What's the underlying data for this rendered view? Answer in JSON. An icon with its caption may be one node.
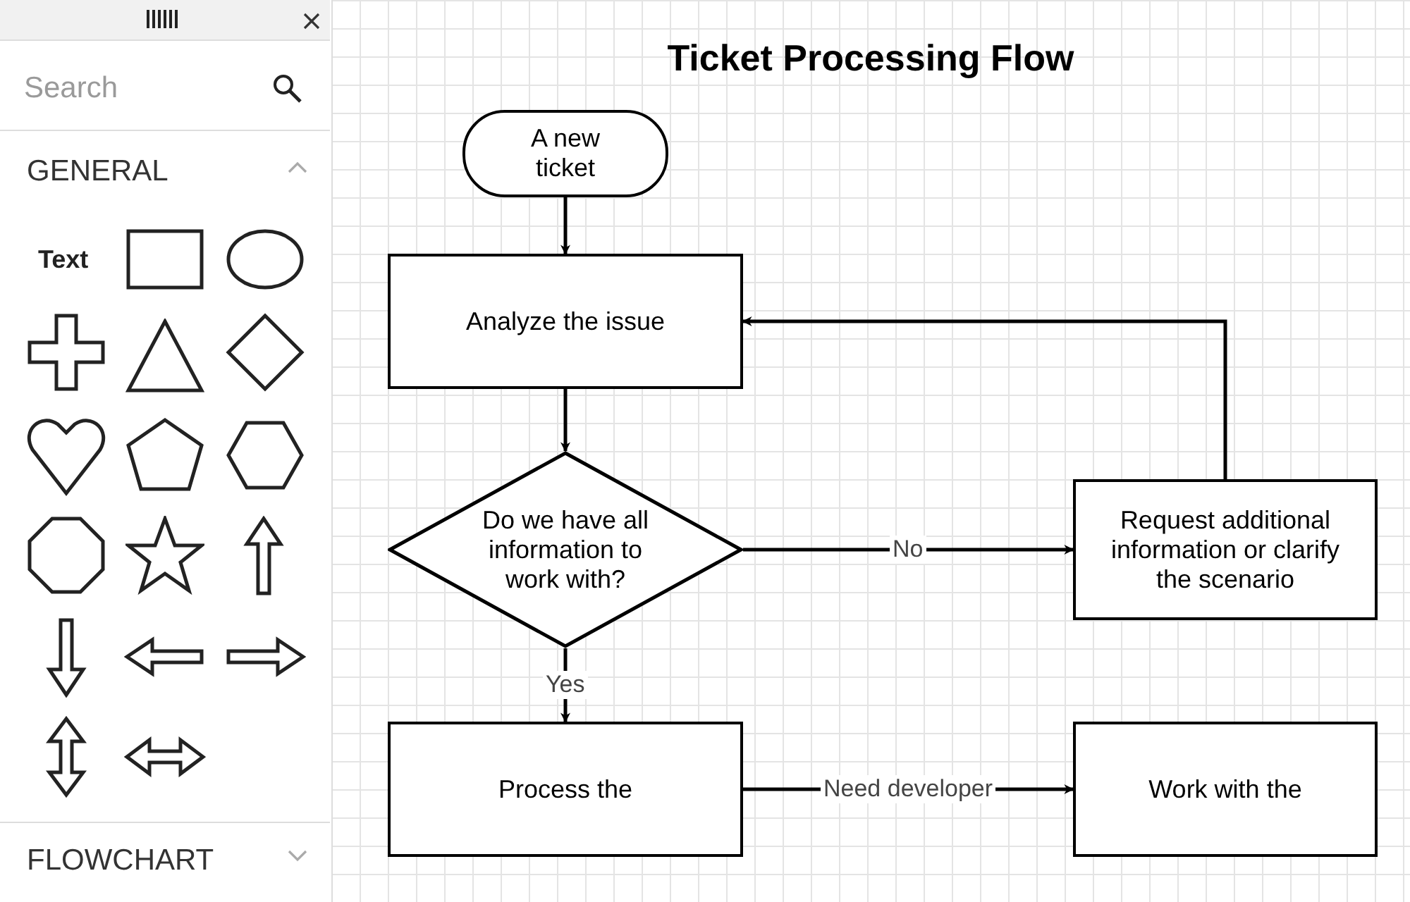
{
  "diagram": {
    "title": "Ticket Processing Flow",
    "nodes": [
      {
        "text": [
          "A new ticket"
        ]
      },
      {
        "text": [
          "Analyze the issue"
        ]
      },
      {
        "text": [
          "Do we have all information to work with?"
        ]
      },
      {
        "text": [
          "Request additional information or clarify the scenario"
        ]
      },
      {
        "text": [
          "Process the"
        ]
      },
      {
        "text": [
          "Work with the"
        ]
      }
    ],
    "edges": [
      {
        "from": 0,
        "to": 1,
        "arrow": "to"
      },
      {
        "from": 1,
        "to": 2,
        "arrow": "to"
      },
      {
        "from": 2,
        "to": 3,
        "label": "No",
        "arrow": "to"
      },
      {
        "from": 3,
        "to": 1,
        "arrow": "to"
      },
      {
        "from": 2,
        "to": 4,
        "label": "Yes",
        "arrow": "to"
      },
      {
        "from": 4,
        "to": 5,
        "label": "Need developer",
        "arrow": "to"
      }
    ],
    "labels": [
      "GENERAL",
      "Text",
      "FLOWCHART",
      "Search"
    ]
  }
}
